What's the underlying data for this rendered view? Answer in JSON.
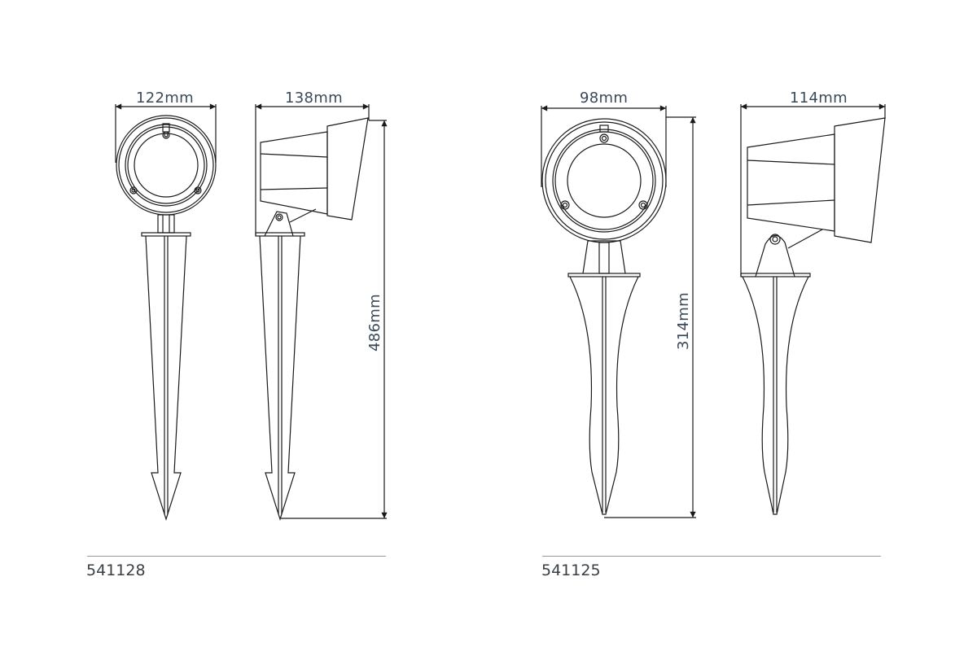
{
  "products": [
    {
      "code": "541128",
      "dimensions": {
        "front_width": "122mm",
        "side_depth": "138mm",
        "height": "486mm"
      }
    },
    {
      "code": "541125",
      "dimensions": {
        "front_width": "98mm",
        "side_depth": "114mm",
        "height": "314mm"
      }
    }
  ],
  "colors": {
    "line": "#1a1a1a",
    "text": "#3a4a5a",
    "divider": "#9a9a9a"
  }
}
